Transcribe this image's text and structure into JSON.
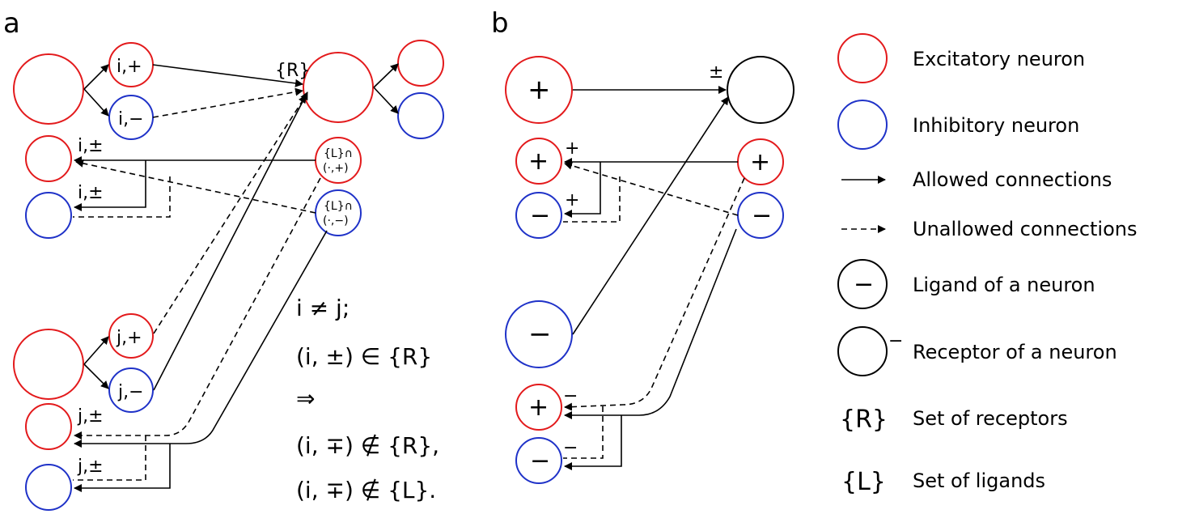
{
  "panels": {
    "a": "a",
    "b": "b"
  },
  "panel_a": {
    "i_plus": "i,+",
    "i_minus": "i,−",
    "j_plus": "j,+",
    "j_minus": "j,−",
    "receptors_label": "{R}",
    "i_pm_1": "i,±",
    "i_pm_2": "i,±",
    "j_pm_1": "j,±",
    "j_pm_2": "j,±",
    "L_cap_1": "{L}∩",
    "L_pair_plus": "(·,+)",
    "L_cap_2": "{L}∩",
    "L_pair_minus": "(·,−)"
  },
  "formula": {
    "line1": "i ≠ j;",
    "line2": "(i, ±) ∈ {R}",
    "line3": "⇒",
    "line4": "(i, ∓) ∉ {R},",
    "line5": "(i, ∓) ∉ {L}."
  },
  "panel_b": {
    "top_plus": "+",
    "top_receptor": "±",
    "left_plus": "+",
    "left_minus": "−",
    "mid_plus": "+",
    "mid_minus": "−",
    "sup_plus_1": "+",
    "sup_plus_2": "+",
    "bottom_minus": "−",
    "low_plus": "+",
    "low_minus": "−",
    "sup_minus_1": "−",
    "sup_minus_2": "−"
  },
  "legend": {
    "excitatory": "Excitatory neuron",
    "inhibitory": "Inhibitory neuron",
    "allowed": "Allowed connections",
    "unallowed": "Unallowed connections",
    "ligand": "Ligand of a neuron",
    "ligand_symbol": "−",
    "receptor": "Receptor of a neuron",
    "receptor_symbol": "−",
    "set_R_symbol": "{R}",
    "set_R": "Set of receptors",
    "set_L_symbol": "{L}",
    "set_L": "Set of ligands"
  },
  "colors": {
    "excitatory": "#e31a1c",
    "inhibitory": "#1f32c8",
    "neutral": "#000000"
  }
}
